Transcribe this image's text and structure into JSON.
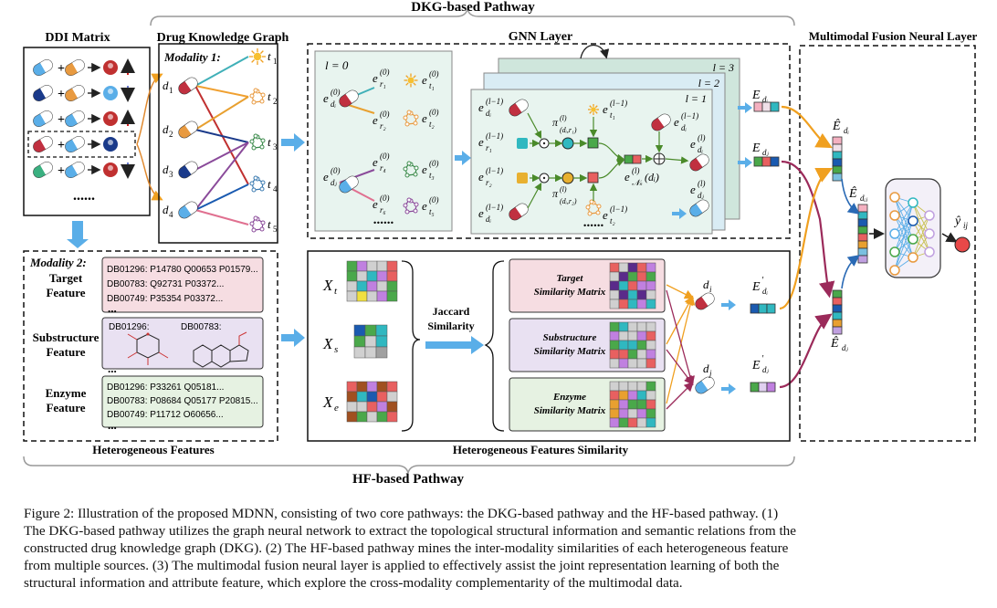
{
  "pathways": {
    "dkg_title": "DKG-based Pathway",
    "hf_title": "HF-based Pathway"
  },
  "ddi": {
    "title": "DDI Matrix",
    "ellipsis": "......"
  },
  "dkg": {
    "title": "Drug Knowledge Graph",
    "modality": "Modality 1:",
    "drugs": [
      "d",
      "d",
      "d",
      "d"
    ],
    "drug_subs": [
      "1",
      "2",
      "3",
      "4"
    ],
    "targets": [
      "t",
      "t",
      "t",
      "t",
      "t"
    ],
    "target_subs": [
      "1",
      "2",
      "3",
      "4",
      "5"
    ]
  },
  "gnn": {
    "title": "GNN Layer",
    "l0": "l = 0",
    "l3": "l = 3",
    "l2": "l = 2",
    "l1": "l = 1",
    "dots": "......"
  },
  "fusion": {
    "title": "Multimodal Fusion Neural Layer"
  },
  "hf": {
    "modality": "Modality 2:",
    "target_label": [
      "Target",
      "Feature"
    ],
    "target_lines": [
      "DB01296: P14780 Q00653 P01579...",
      "DB00783: Q92731 P03372...",
      "DB00749: P35354 P03372..."
    ],
    "sub_label": [
      "Substructure",
      "Feature"
    ],
    "sub_ids": [
      "DB01296:",
      "DB00783:"
    ],
    "enzyme_label": [
      "Enzyme",
      "Feature"
    ],
    "enzyme_lines": [
      "DB01296: P33261 Q05181...",
      "DB00783: P08684 Q05177 P20815...",
      "DB00749: P11712 O60656..."
    ],
    "dots": "...",
    "footer": "Heterogeneous Features"
  },
  "hfs": {
    "jaccard": [
      "Jaccard",
      "Similarity"
    ],
    "mat_target": [
      "Target",
      "Similarity Matrix"
    ],
    "mat_sub": [
      "Substructure",
      "Similarity Matrix"
    ],
    "mat_enzyme": [
      "Enzyme",
      "Similarity Matrix"
    ],
    "footer": "Heterogeneous Features Similarity"
  },
  "colors": {
    "accent_blue": "#5aaee8",
    "orange": "#f0a020",
    "purple_red": "#9b2a5a",
    "gnn_bg": "#e8f4ef",
    "target_bg": "#f6dde2",
    "sub_bg": "#e9e1f2",
    "enzyme_bg": "#e6f2e2"
  },
  "caption": [
    "Figure 2: Illustration of the proposed MDNN, consisting of two core pathways: the DKG-based pathway and the HF-based pathway. (1)",
    "The DKG-based pathway utilizes the graph neural network to extract the topological structural information and semantic relations from the",
    "constructed drug knowledge graph (DKG). (2) The HF-based pathway mines the inter-modality similarities of each heterogeneous feature",
    "from multiple sources. (3) The multimodal fusion neural layer is applied to effectively assist the joint representation learning of both the",
    "structural information and attribute feature, which explore the cross-modality complementarity of the multimodal data."
  ]
}
